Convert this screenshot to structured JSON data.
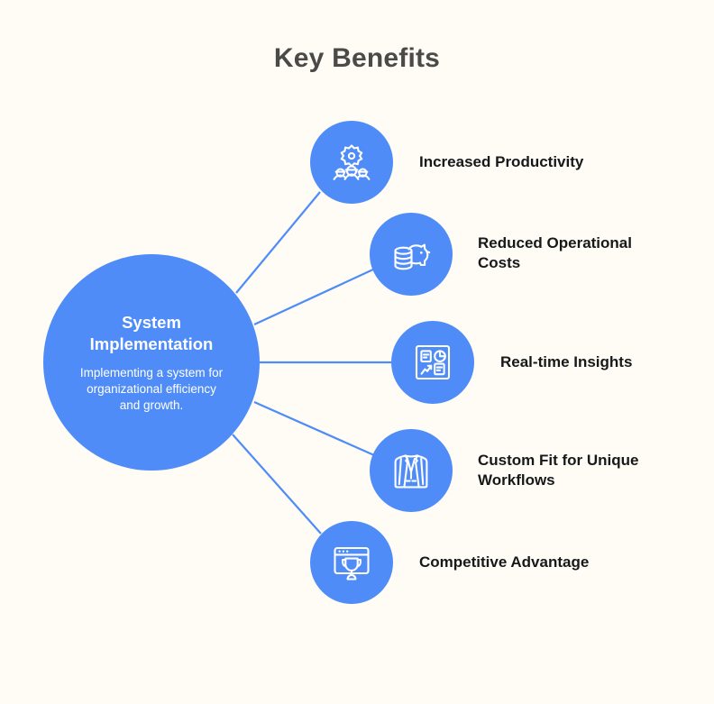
{
  "title": "Key Benefits",
  "colors": {
    "background": "#fefcf5",
    "accent_blue": "#4f8cf7",
    "title_text": "#4a4a48",
    "label_text": "#17181a",
    "node_text": "#ffffff"
  },
  "hub": {
    "title": "System Implementation",
    "description": "Implementing a system for organizational efficiency and growth."
  },
  "nodes": [
    {
      "label": "Increased Productivity",
      "icon": "gear-people-icon"
    },
    {
      "label": "Reduced Operational Costs",
      "icon": "piggy-bank-coins-icon"
    },
    {
      "label": "Real-time Insights",
      "icon": "dashboard-charts-icon"
    },
    {
      "label": "Custom Fit for Unique Workflows",
      "icon": "suit-jacket-icon"
    },
    {
      "label": "Competitive Advantage",
      "icon": "browser-trophy-icon"
    }
  ]
}
